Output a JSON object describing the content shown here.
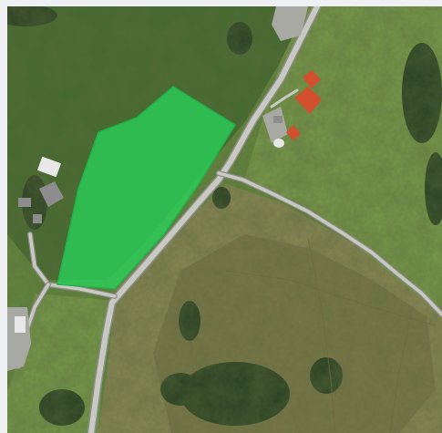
{
  "map": {
    "view": "satellite",
    "highlight": {
      "label": "",
      "fill_color": "#28d25a",
      "fill_opacity": 0.78,
      "stroke_color": "#1fb24a"
    },
    "colors": {
      "frame": "#eef0f3",
      "grass_dark": "#3f6a2a",
      "grass_mid": "#5f8c3a",
      "grass_light": "#78a04a",
      "heath": "#8c8a55",
      "heath_dark": "#6f6a3e",
      "trees": "#203a1d",
      "road": "#c9c9c4",
      "road_edge": "#8e8e88",
      "roof_red": "#d2502e",
      "roof_grey": "#8d8d8d",
      "roof_white": "#e8e8e8",
      "paved": "#a9a9a4"
    },
    "features": [
      {
        "kind": "highlighted-parcel"
      },
      {
        "kind": "main-road"
      },
      {
        "kind": "side-road-east"
      },
      {
        "kind": "side-road-west"
      },
      {
        "kind": "farm-buildings"
      },
      {
        "kind": "buildings-west"
      }
    ]
  }
}
